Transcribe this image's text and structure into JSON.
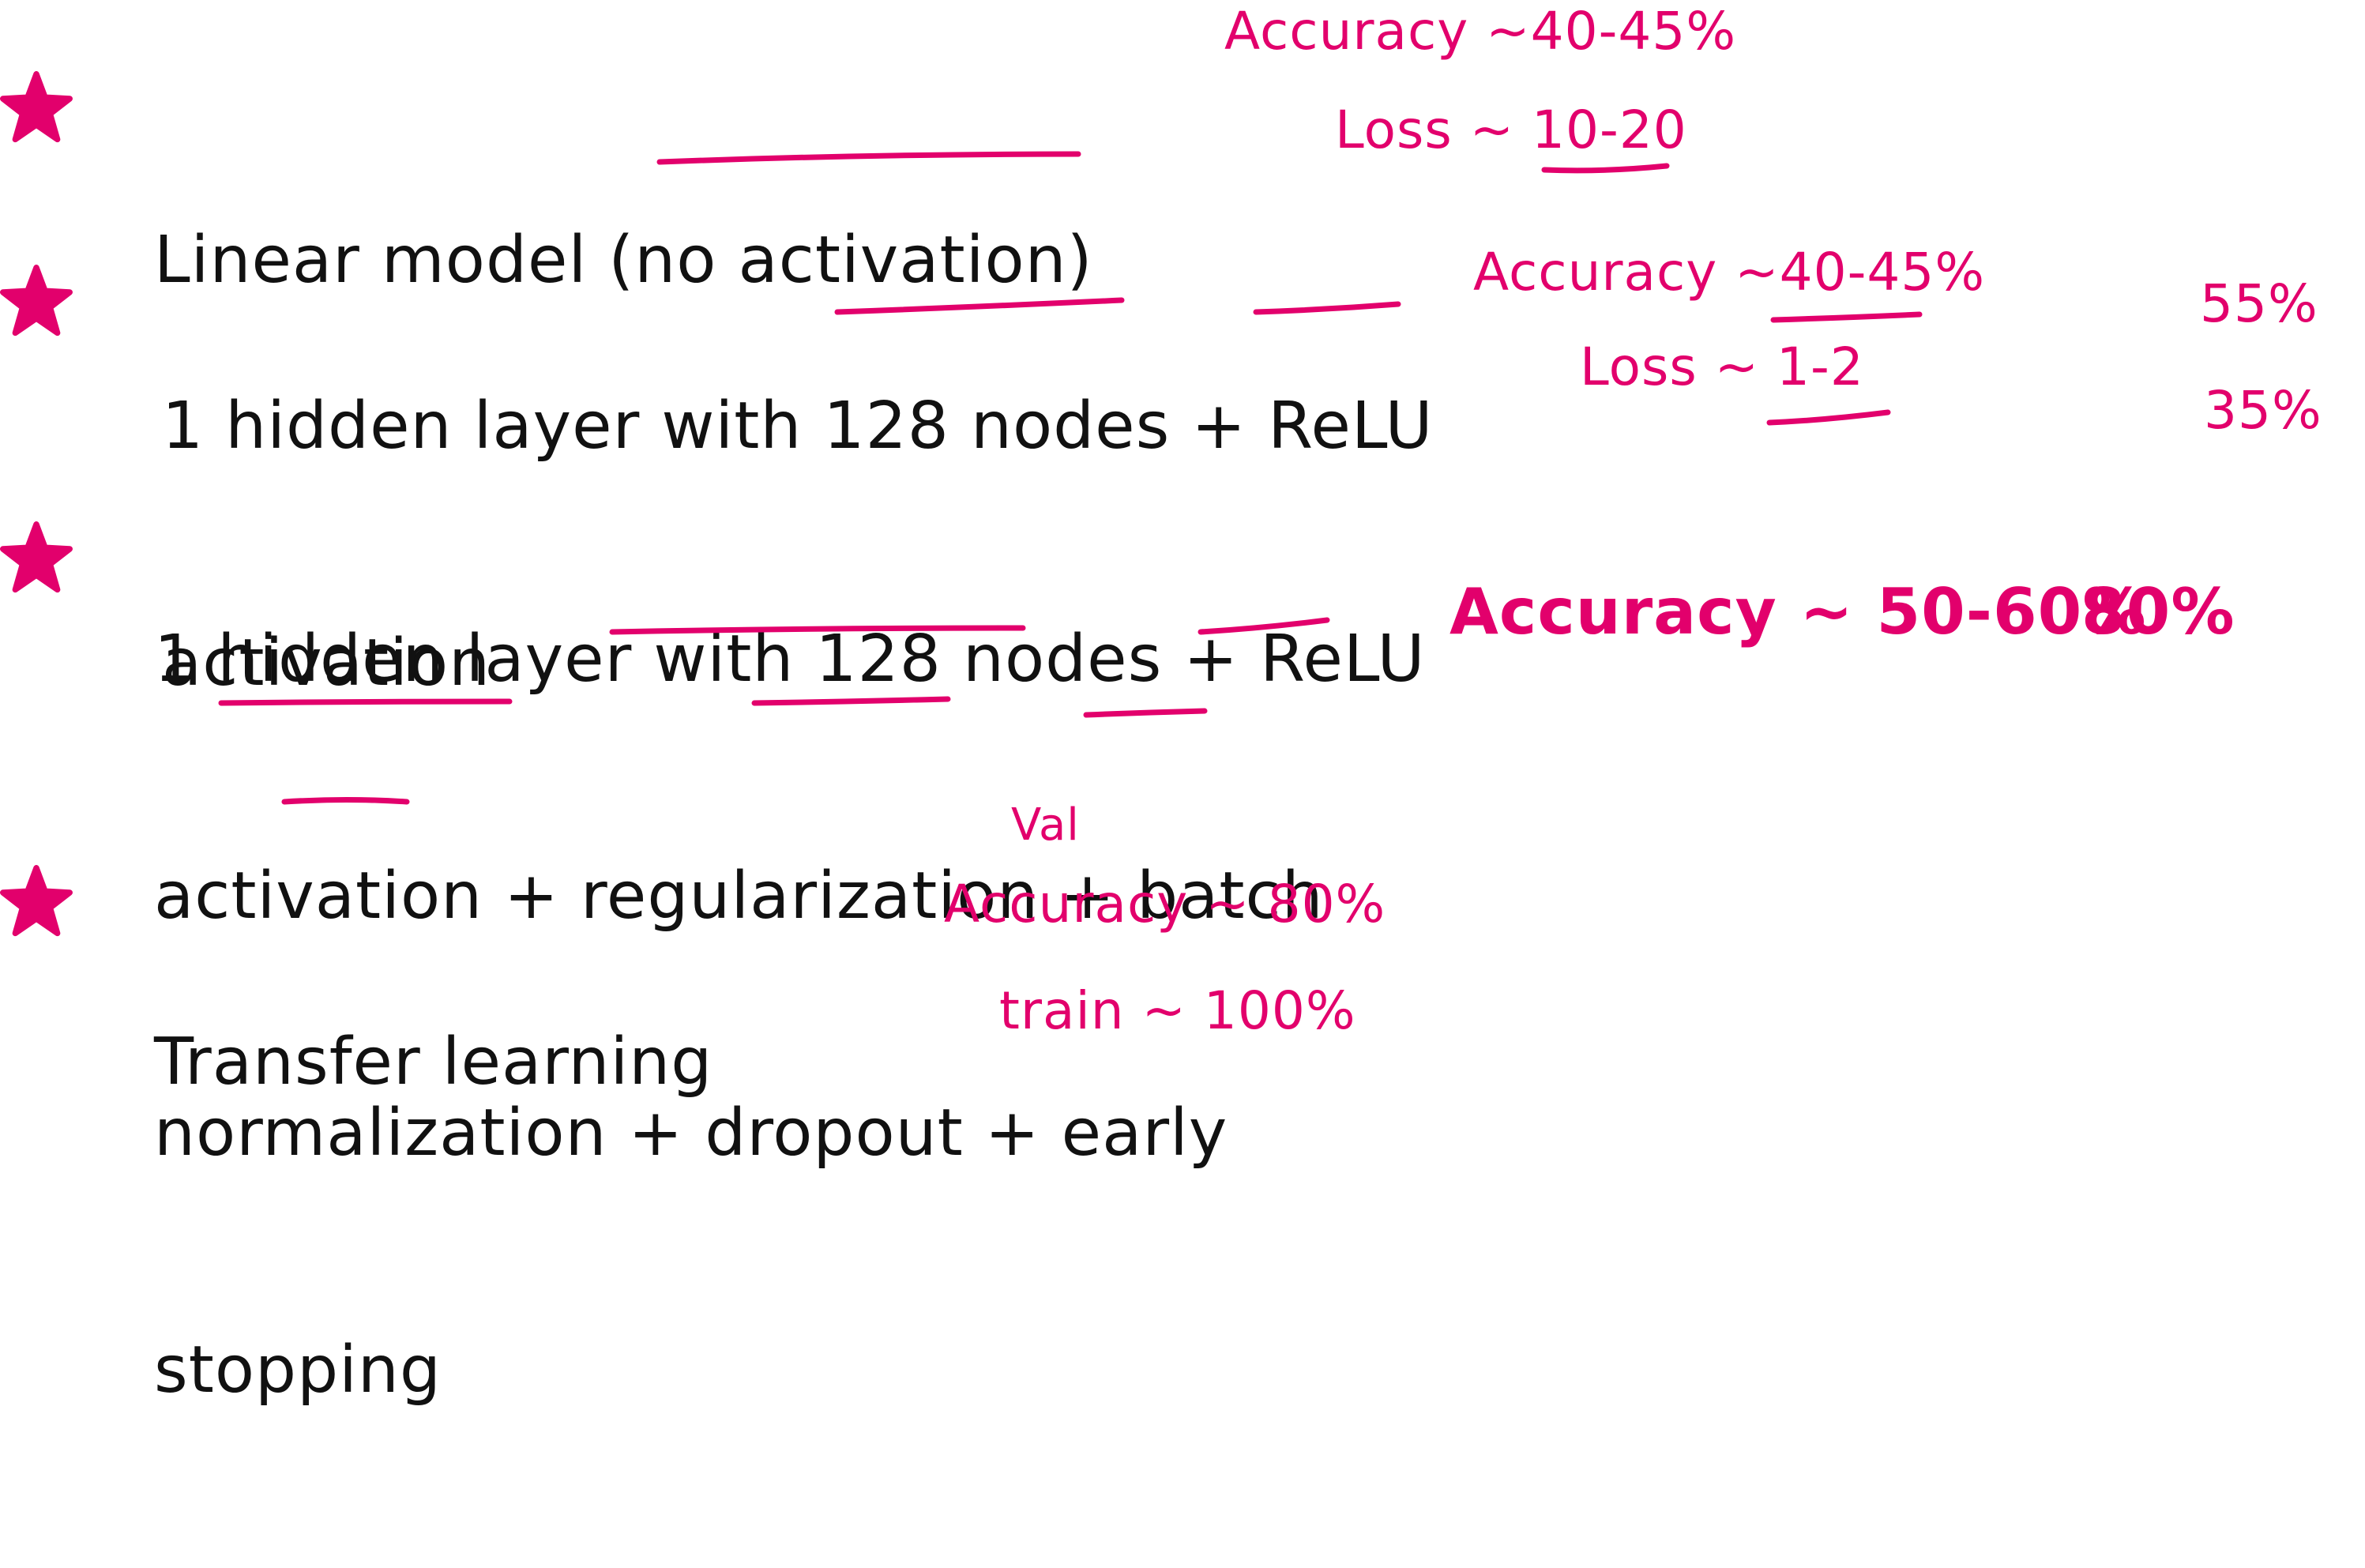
{
  "colors": {
    "ink": "#111111",
    "accent": "#e2006c",
    "background": "#ffffff"
  },
  "icons": {
    "bullet": "star-icon"
  },
  "items": [
    {
      "lines": [
        "Linear model (no activation)"
      ],
      "notes": {
        "accuracy": "Accuracy ~40-45%",
        "loss": "Loss ~ 10-20"
      }
    },
    {
      "lines": [
        "1 hidden layer with 128 nodes + ReLU",
        "activation"
      ],
      "notes": {
        "accuracy": "Accuracy ~40-45%",
        "loss": "Loss ~ 1-2",
        "side_top": "55%",
        "side_bottom": "35%"
      }
    },
    {
      "lines": [
        "1 hidden layer with 128 nodes + ReLU",
        "activation + regularization + batch",
        "normalization + dropout + early",
        "stopping"
      ],
      "notes": {
        "accuracy": "Accuracy ~ 50-60%",
        "side": "80%"
      }
    },
    {
      "lines": [
        "Transfer learning"
      ],
      "notes": {
        "val_label": "Val",
        "accuracy": "Accuracy ~ 80%",
        "train": "train ~ 100%"
      }
    }
  ]
}
